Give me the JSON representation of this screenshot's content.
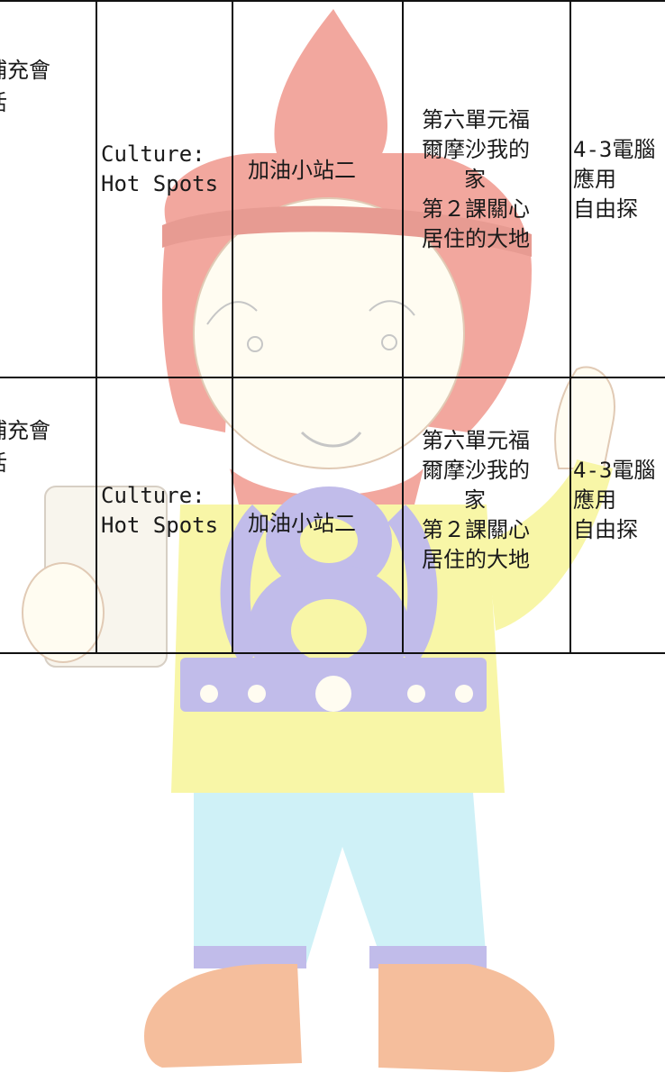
{
  "rows": [
    {
      "col1": [
        "補充會",
        "活"
      ],
      "col2": [
        "Culture:",
        "Hot Spots"
      ],
      "col3": "加油小站二",
      "col4": [
        "第六單元福",
        "爾摩沙我的",
        "家",
        "第２課關心",
        "居住的大地"
      ],
      "col5": [
        "4-3電腦",
        "應用",
        "自由探"
      ]
    },
    {
      "col1": [
        "補充會",
        "活"
      ],
      "col2": [
        "Culture:",
        "Hot Spots"
      ],
      "col3": "加油小站二",
      "col4": [
        "第六單元福",
        "爾摩沙我的",
        "家",
        "第２課關心",
        "居住的大地"
      ],
      "col5": [
        "4-3電腦",
        "應用",
        "自由探"
      ]
    }
  ],
  "watermark": {
    "description_icon": "mascot-watermark",
    "colors": {
      "hat": "#e8604f",
      "shirt": "#f3f060",
      "belt": "#8f86d9",
      "pants": "#a9e7f2",
      "shoes": "#ee8a4c",
      "skin": "#fffbe6"
    }
  }
}
